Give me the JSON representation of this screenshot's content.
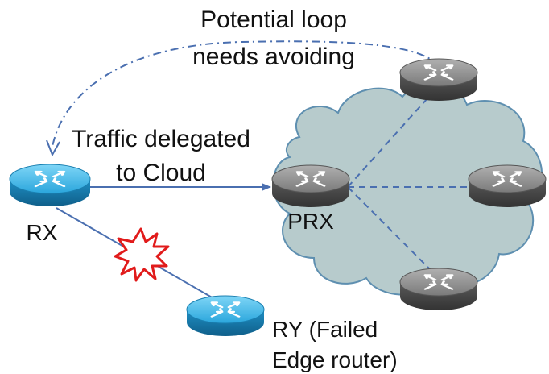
{
  "labels": {
    "loop_line1": "Potential loop",
    "loop_line2": "needs avoiding",
    "traffic_line1": "Traffic delegated",
    "traffic_line2": "to Cloud",
    "rx": "RX",
    "prx": "PRX",
    "ry_line1": "RY (Failed",
    "ry_line2": "Edge router)"
  },
  "colors": {
    "cloud_fill": "#b7cbcc",
    "cloud_stroke": "#5e8fb0",
    "link_blue": "#4a6fb0",
    "router_blue_top": "#3fb7e8",
    "router_blue_side": "#1a7fb0",
    "router_gray_top": "#8c8c8c",
    "router_gray_side": "#4f4f4f",
    "failure_red": "#e11b1b"
  },
  "icons": {
    "router": "router-icon",
    "failure": "explosion-icon",
    "cloud": "cloud-icon"
  }
}
